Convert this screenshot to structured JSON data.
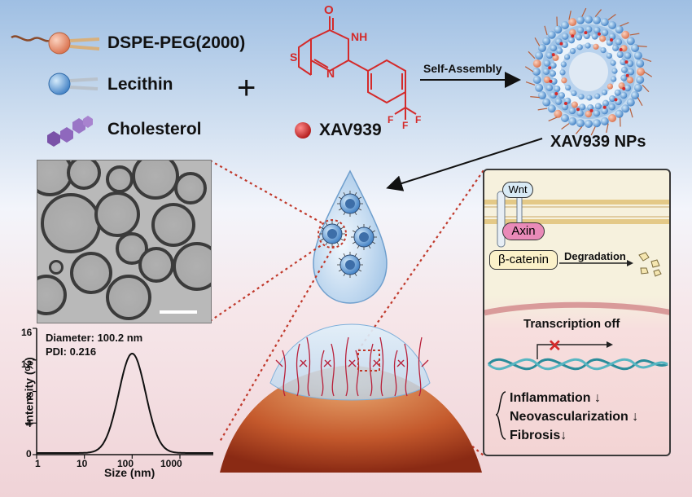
{
  "legend": {
    "dspe_peg": "DSPE-PEG(2000)",
    "lecithin": "Lecithin",
    "cholesterol": "Cholesterol",
    "plus": "+",
    "drug": "XAV939"
  },
  "molecule": {
    "atoms": {
      "o": "O",
      "nh": "NH",
      "n": "N",
      "s": "S",
      "f1": "F",
      "f2": "F",
      "f3": "F"
    }
  },
  "process": {
    "self_assembly": "Self-Assembly",
    "product": "XAV939 NPs"
  },
  "dls_plot": {
    "annotation_diameter": "Diameter: 100.2 nm",
    "annotation_pdi": "PDI: 0.216",
    "xlabel": "Size (nm)",
    "ylabel": "Intensity (%)",
    "x_ticks": [
      "1",
      "10",
      "100",
      "1000"
    ],
    "y_ticks": [
      "16",
      "12",
      "8",
      "4",
      "0"
    ],
    "peak_nm": 100.2,
    "peak_intensity": 12.6
  },
  "pathway": {
    "wnt": "Wnt",
    "axin": "Axin",
    "beta_catenin": "β-catenin",
    "degradation": "Degradation",
    "transcription": "Transcription off",
    "effect_1": "Inflammation",
    "effect_2": "Neovascularization",
    "effect_3": "Fibrosis",
    "down_arrow": "↓",
    "block_mark": "✕"
  },
  "colors": {
    "drug_red": "#d42a2a",
    "dotted_link": "#c0392b",
    "wnt_fill": "#d8eaf5",
    "axin_fill": "#e98ab8",
    "catenin_fill": "#fbf1c9",
    "cholesterol": "#7a52a8",
    "lecithin_blue": "#5e9ad6",
    "dspe_orange": "#e8987a"
  }
}
